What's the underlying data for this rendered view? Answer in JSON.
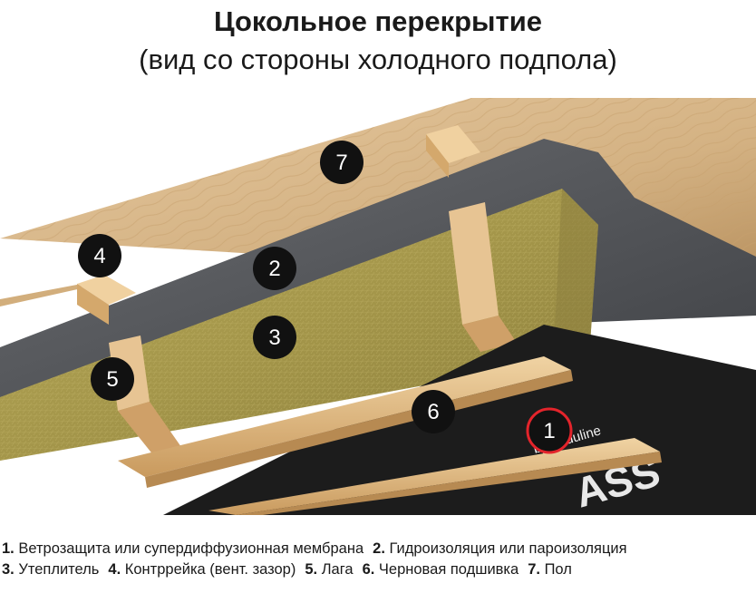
{
  "header": {
    "title": "Цокольное перекрытие",
    "subtitle": "(вид со стороны холодного подпола)"
  },
  "markers": [
    {
      "number": "7",
      "label": "Пол"
    },
    {
      "number": "4",
      "label": "Контррейка (вент. зазор)"
    },
    {
      "number": "2",
      "label": "Гидроизоляция или пароизоляция"
    },
    {
      "number": "3",
      "label": "Утеплитель"
    },
    {
      "number": "5",
      "label": "Лага"
    },
    {
      "number": "6",
      "label": "Черновая подшивка"
    },
    {
      "number": "1",
      "label": "Ветрозащита или супердиффузионная мембрана",
      "highlighted": true
    }
  ],
  "legend": {
    "line1": [
      {
        "num": "1.",
        "text": "Ветрозащита или супердиффузионная мембрана"
      },
      {
        "num": "2.",
        "text": "Гидроизоляция или пароизоляция"
      }
    ],
    "line2": [
      {
        "num": "3.",
        "text": "Утеплитель"
      },
      {
        "num": "4.",
        "text": "Контррейка (вент. зазор)"
      },
      {
        "num": "5.",
        "text": "Лага"
      },
      {
        "num": "6.",
        "text": "Черновая подшивка"
      },
      {
        "num": "7.",
        "text": "Пол"
      }
    ]
  },
  "membrane_print": {
    "brand": "by onduline",
    "big_letters": "ASS"
  },
  "colors": {
    "wood_floor": "#d9b88c",
    "membrane_grey": "#55575b",
    "insulation": "#a89a4a",
    "black_membrane": "#1c1c1c",
    "lath_wood": "#e4c08a",
    "marker_fill": "#111111",
    "highlight_ring": "#e3242b"
  }
}
